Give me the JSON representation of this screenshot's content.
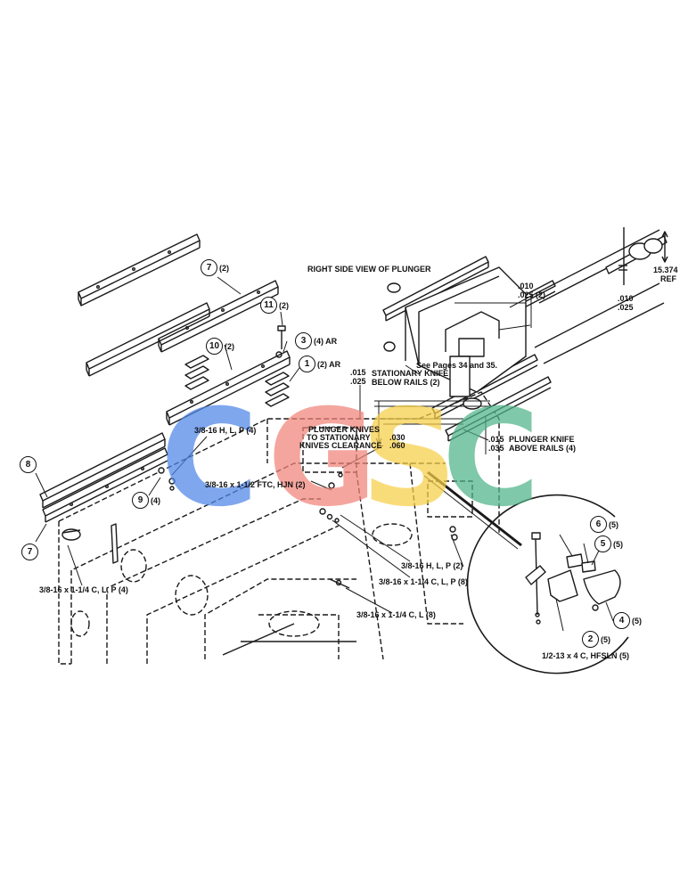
{
  "diagram": {
    "title": "RIGHT SIDE VIEW OF PLUNGER",
    "see_pages": "See Pages 34 and 35.",
    "notes": {
      "stationary_knife": [
        "STATIONARY KNIFE",
        "BELOW RAILS (2)"
      ],
      "stationary_gap": [
        ".015",
        ".025"
      ],
      "plunger_clearance": [
        "PLUNGER KNIVES",
        "TO STATIONARY",
        "KNIVES CLEARANCE"
      ],
      "clearance_values": [
        ".030",
        ".060"
      ],
      "plunger_knife": [
        "PLUNGER KNIFE",
        "ABOVE RAILS (4)"
      ],
      "plunger_gap": [
        ".015",
        ".035"
      ],
      "top_gap": [
        ".010",
        ".025 (2)"
      ],
      "right_gap": [
        ".010",
        ".025"
      ],
      "ref": [
        "15.374",
        "REF"
      ]
    },
    "fasteners": {
      "f1": "3/8-16 H, L, P (4)",
      "f2": "3/8-16 x 1-1/2 FTC, HJN (2)",
      "f3": "3/8-16 x 1-1/4 C, L, P (4)",
      "f4": "3/8-16 H, L, P (2)",
      "f5": "3/8-16 x 1-1/4 C, L, P (8)",
      "f6": "3/8-16 x 1-1/4 C, L (8)",
      "f7": "1/2-13 x  4 C, HFSLN  (5)"
    },
    "callouts": [
      {
        "num": "7",
        "qty": "(2)"
      },
      {
        "num": "11",
        "qty": "(2)"
      },
      {
        "num": "3",
        "qty": "(4) AR"
      },
      {
        "num": "10",
        "qty": "(2)"
      },
      {
        "num": "1",
        "qty": "(2) AR"
      },
      {
        "num": "8",
        "qty": ""
      },
      {
        "num": "9",
        "qty": "(4)"
      },
      {
        "num": "7",
        "qty": ""
      },
      {
        "num": "6",
        "qty": "(5)"
      },
      {
        "num": "5",
        "qty": "(5)"
      },
      {
        "num": "4",
        "qty": "(5)"
      },
      {
        "num": "2",
        "qty": "(5)"
      }
    ],
    "watermark": {
      "letters": [
        "C",
        "G",
        "S",
        "C"
      ],
      "colors": [
        "#4f86e8",
        "#f0857a",
        "#f7cf47",
        "#4fb488"
      ]
    },
    "line_color": "#1a1a1a"
  }
}
